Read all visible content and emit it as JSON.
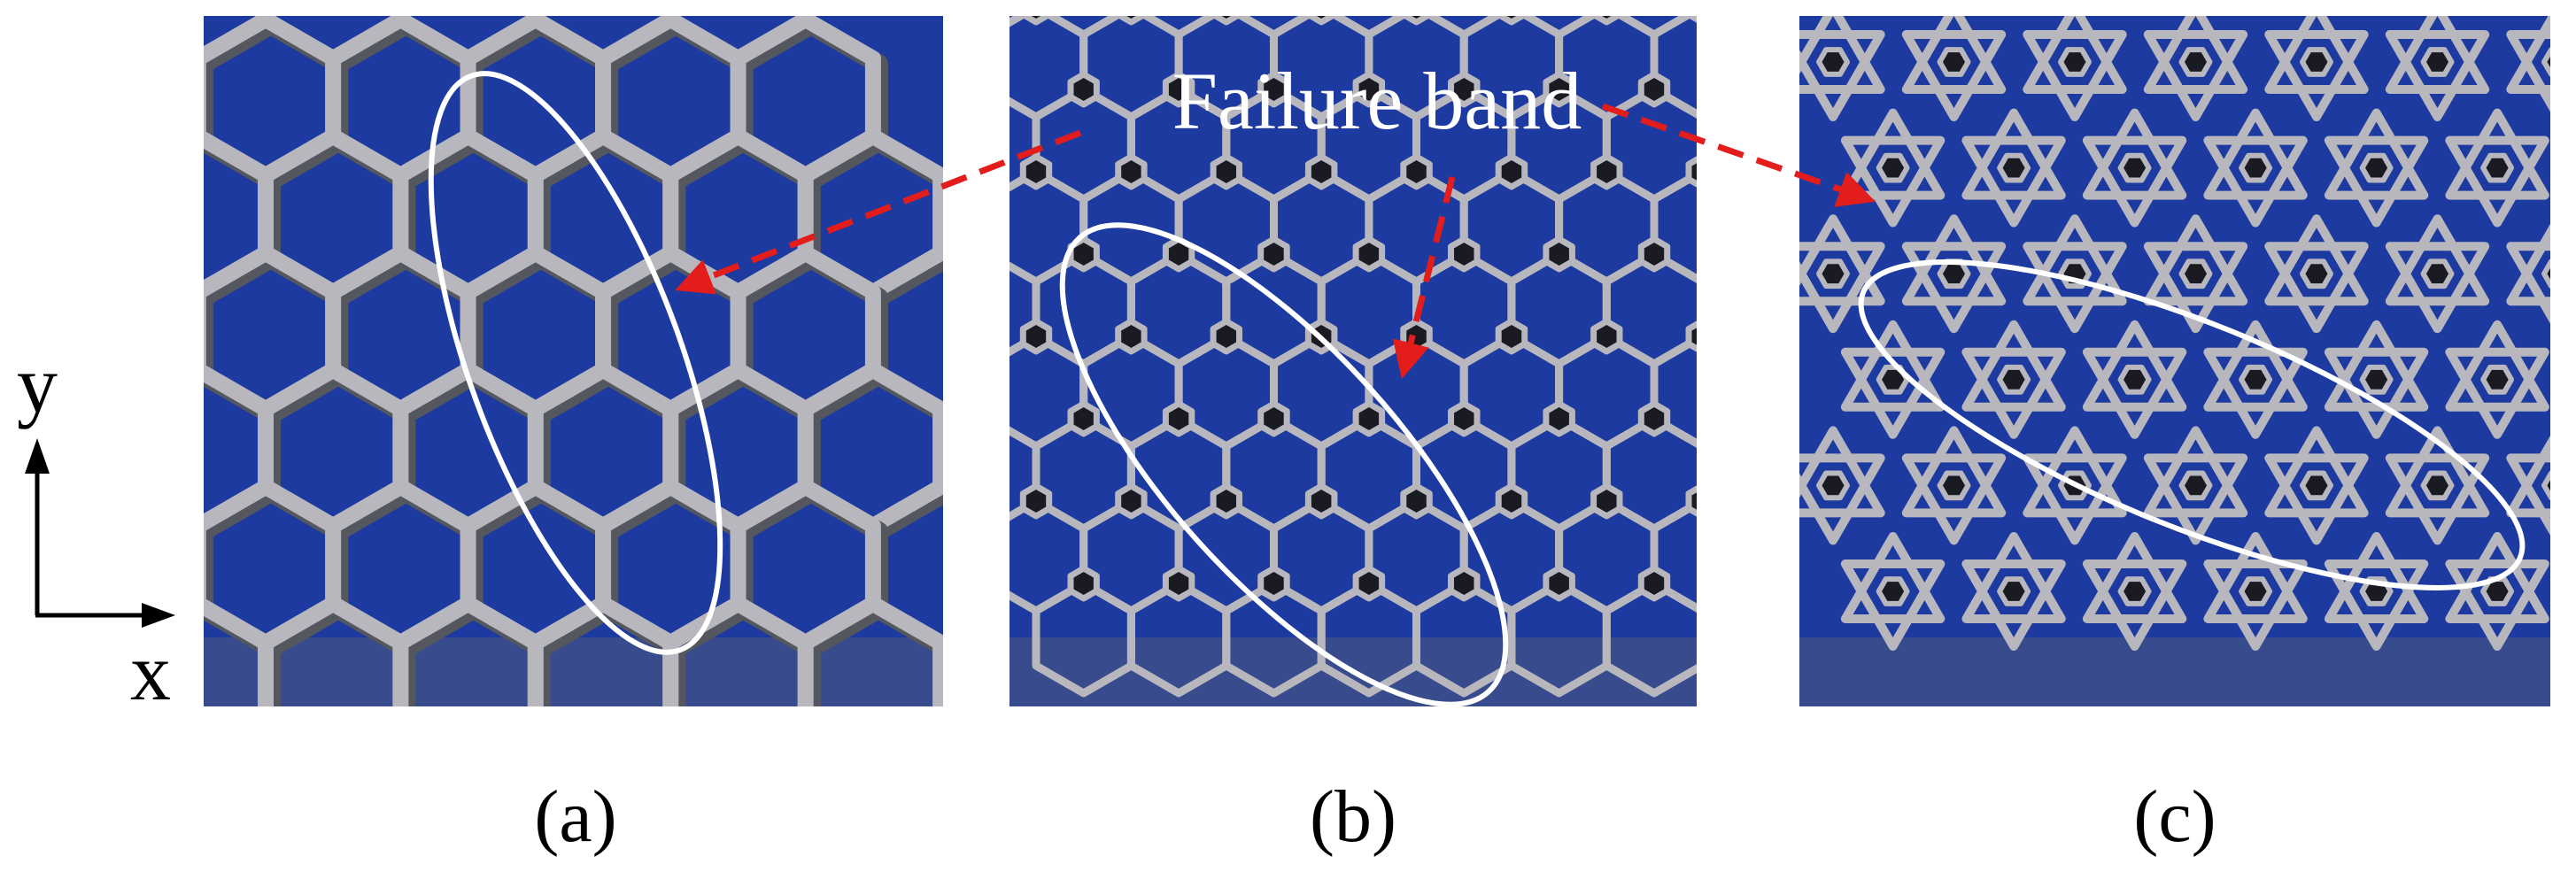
{
  "figure": {
    "annotation": "Failure band",
    "axes": {
      "y_label": "y",
      "x_label": "x"
    },
    "panels": [
      {
        "id": "a",
        "label": "(a)",
        "pattern": "large-hexagon-honeycomb"
      },
      {
        "id": "b",
        "label": "(b)",
        "pattern": "hierarchical-hexagon-honeycomb"
      },
      {
        "id": "c",
        "label": "(c)",
        "pattern": "star-of-david-fractal-lattice"
      }
    ],
    "colors": {
      "background_blue": "#1c3aa0",
      "strut_gray": "#b7b7bd",
      "strut_dark": "#55575f",
      "ellipse": "#ffffff",
      "arrow": "#e31c1c",
      "floor": "#3c4f8a"
    }
  }
}
